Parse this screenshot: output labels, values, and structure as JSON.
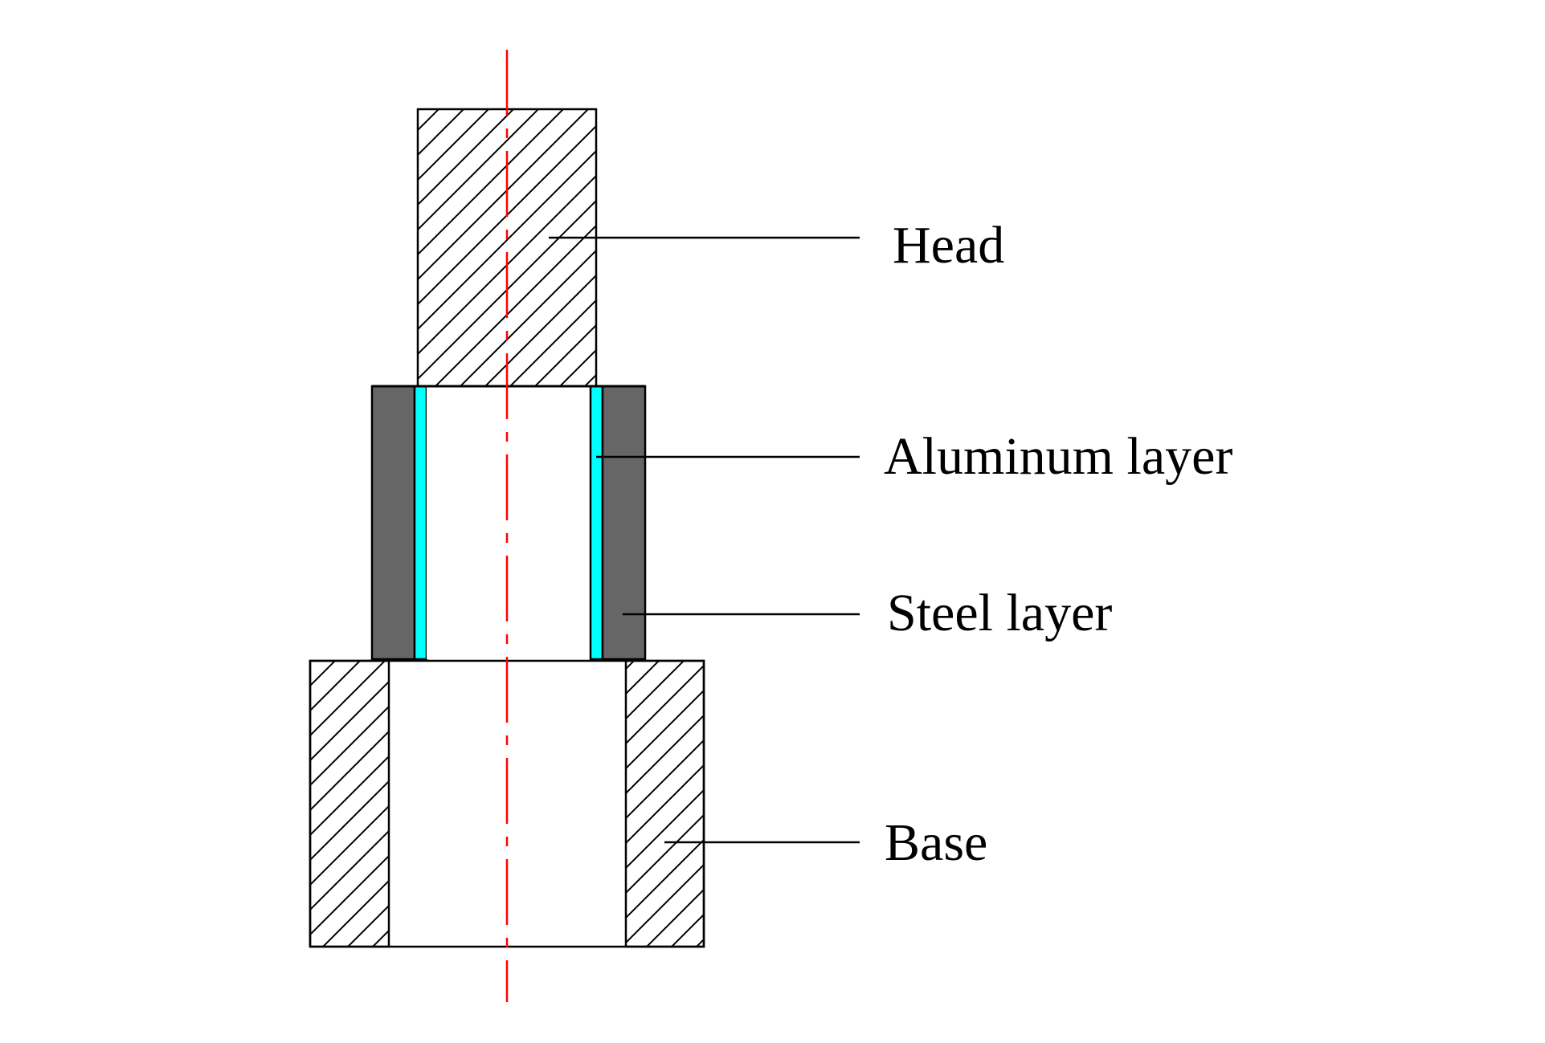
{
  "diagram": {
    "title": "",
    "labels": {
      "head": "Head",
      "aluminum": "Aluminum layer",
      "steel": "Steel layer",
      "base": "Base"
    },
    "colors": {
      "outline": "#000000",
      "hatch": "#000000",
      "steel_fill": "#666666",
      "aluminum_fill": "#00FFFF",
      "centerline": "#FF0000",
      "background": "#FFFFFF"
    },
    "components": [
      {
        "id": "head",
        "label": "Head",
        "style": "hatched"
      },
      {
        "id": "aluminum-layer",
        "label": "Aluminum layer",
        "style": "solid-cyan"
      },
      {
        "id": "steel-layer",
        "label": "Steel layer",
        "style": "solid-gray"
      },
      {
        "id": "base",
        "label": "Base",
        "style": "hatched"
      }
    ]
  }
}
